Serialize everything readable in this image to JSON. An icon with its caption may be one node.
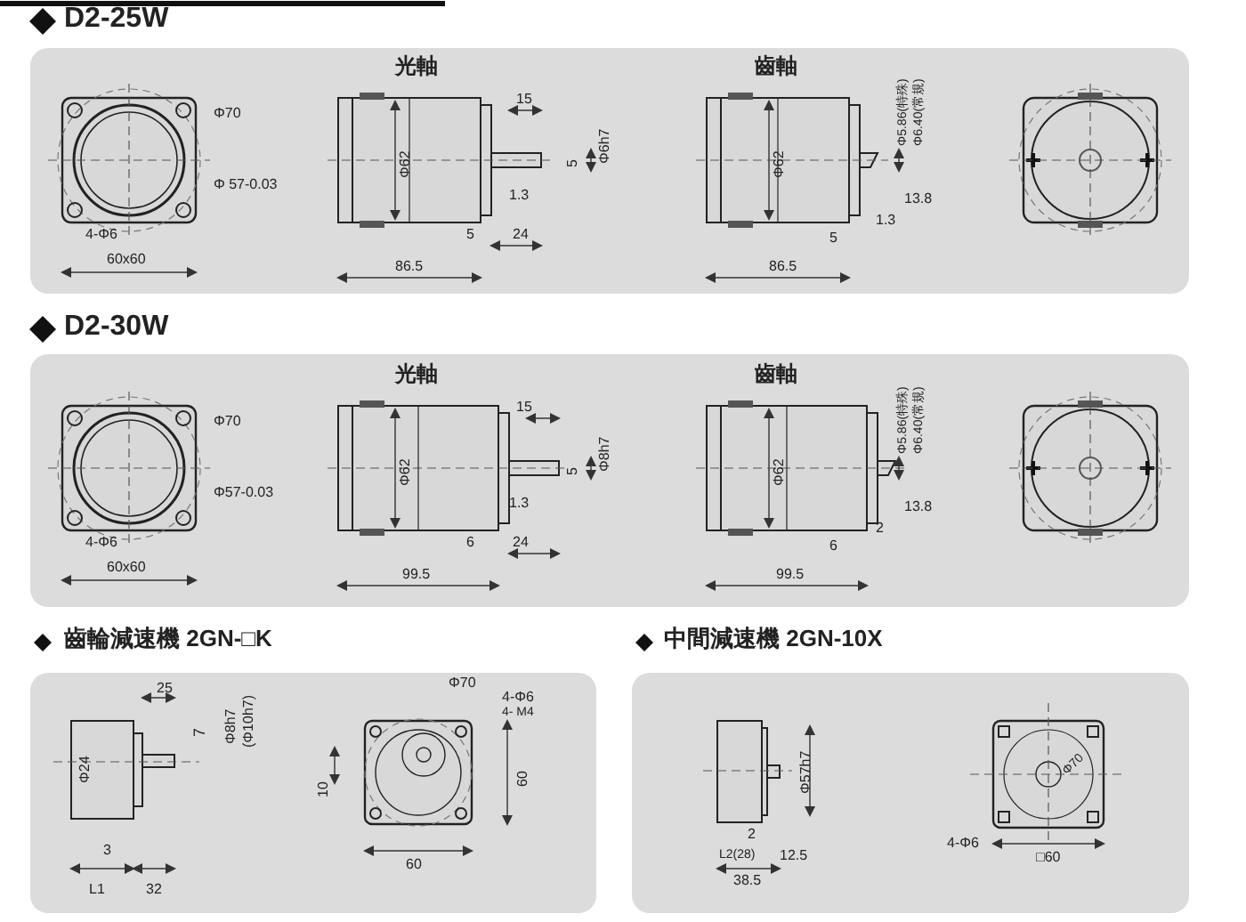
{
  "diagram": {
    "labels": [
      "D2-25W",
      "光軸",
      "齒軸",
      "Φ70",
      "Φ 57-0.03",
      "4-Φ6",
      "60x60",
      "Φ62",
      "15",
      "5",
      "Φ6h7",
      "1.3",
      "5",
      "24",
      "86.5",
      "Φ62",
      "Φ5.86(特殊)",
      "Φ6.40(常規)",
      "13.8",
      "1.3",
      "5",
      "86.5",
      "D2-30W",
      "光軸",
      "齒軸",
      "Φ70",
      "Φ57-0.03",
      "4-Φ6",
      "60x60",
      "Φ62",
      "15",
      "5",
      "Φ8h7",
      "1.3",
      "6",
      "24",
      "99.5",
      "Φ62",
      "Φ5.86(特殊)",
      "Φ6.40(常規)",
      "13.8",
      "2",
      "6",
      "99.5",
      "齒輪減速機 2GN-□K",
      "25",
      "7",
      "Φ8h7",
      "(Φ10h7)",
      "Φ24",
      "3",
      "L1",
      "32",
      "Φ70",
      "4-Φ6",
      "4- M4",
      "10",
      "60",
      "60",
      "中間減速機 2GN-10X",
      "Φ57h7",
      "2",
      "L2(28)",
      "12.5",
      "38.5",
      "Φ70",
      "4-Φ6",
      "□60"
    ]
  }
}
